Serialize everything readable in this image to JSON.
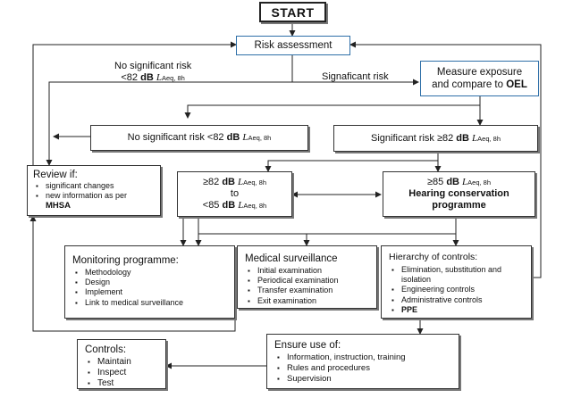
{
  "start": "START",
  "risk_assessment": "Risk assessment",
  "no_sig_label_line1": "No significant risk",
  "no_sig_label_line2_prefix": "<82",
  "sig_label": "Signaficant risk",
  "measure_line1": "Measure exposure",
  "measure_line2_prefix": "and compare to",
  "measure_oel": "OEL",
  "no_sig_box_prefix": "No significant risk <82",
  "sig_box_prefix": "Significant risk ≥82",
  "unit_db": "dB",
  "unit_L": "L",
  "unit_sub": "Aeq, 8h",
  "review_title": "Review if:",
  "review_items": [
    "significant changes",
    "new information as per"
  ],
  "review_bold": "MHSA",
  "mid_band_top": "≥82",
  "mid_band_to": "to",
  "mid_band_bottom": "<85",
  "hcp_prefix": "≥85",
  "hcp_line2": "Hearing conservation",
  "hcp_line3": "programme",
  "monitoring_title": "Monitoring programme:",
  "monitoring_items": [
    "Methodology",
    "Design",
    "Implement",
    "Link to medical surveillance"
  ],
  "medical_title": "Medical surveillance",
  "medical_items": [
    "Initial examination",
    "Periodical examination",
    "Transfer examination",
    "Exit examination"
  ],
  "hierarchy_title": "Hierarchy of controls:",
  "hierarchy_items": [
    "Elimination, substitution and isolation",
    "Engineering controls",
    "Administrative controls"
  ],
  "hierarchy_bold": "PPE",
  "controls_title": "Controls:",
  "controls_items": [
    "Maintain",
    "Inspect",
    "Test"
  ],
  "ensure_title": "Ensure use of:",
  "ensure_items": [
    "Information, instruction, training",
    "Rules and procedures",
    "Supervision"
  ]
}
